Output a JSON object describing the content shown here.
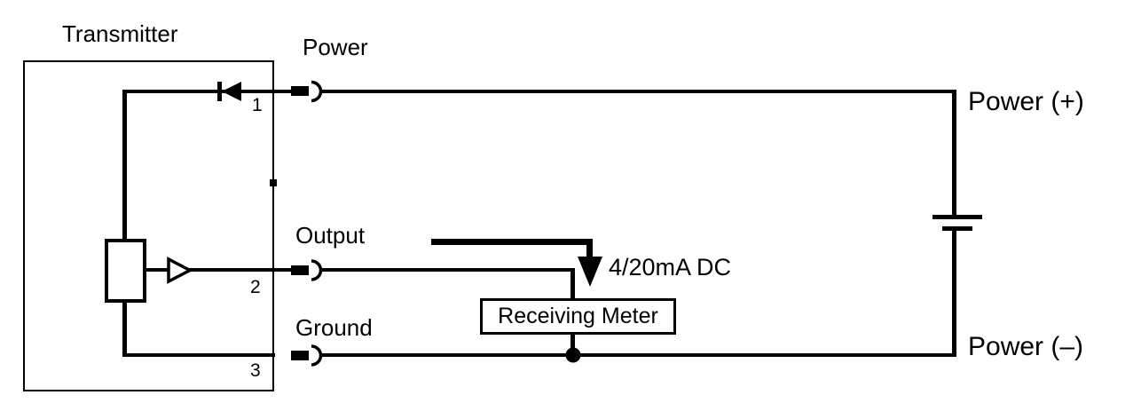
{
  "diagram": {
    "title": "Transmitter",
    "terminals": [
      {
        "number": "1",
        "label": "Power"
      },
      {
        "number": "2",
        "label": "Output"
      },
      {
        "number": "3",
        "label": "Ground"
      }
    ],
    "signal_label": "4/20mA DC",
    "receiving_meter_label": "Receiving Meter",
    "power_positive_label": "Power (+)",
    "power_negative_label": "Power (–)",
    "components": {
      "diode": "diode-icon",
      "amplifier": "amplifier-icon",
      "resistor": "resistor-symbol",
      "battery": "battery-symbol",
      "current_arrow": "current-flow-arrow-icon"
    },
    "colors": {
      "line": "#000000",
      "background": "#ffffff"
    }
  }
}
